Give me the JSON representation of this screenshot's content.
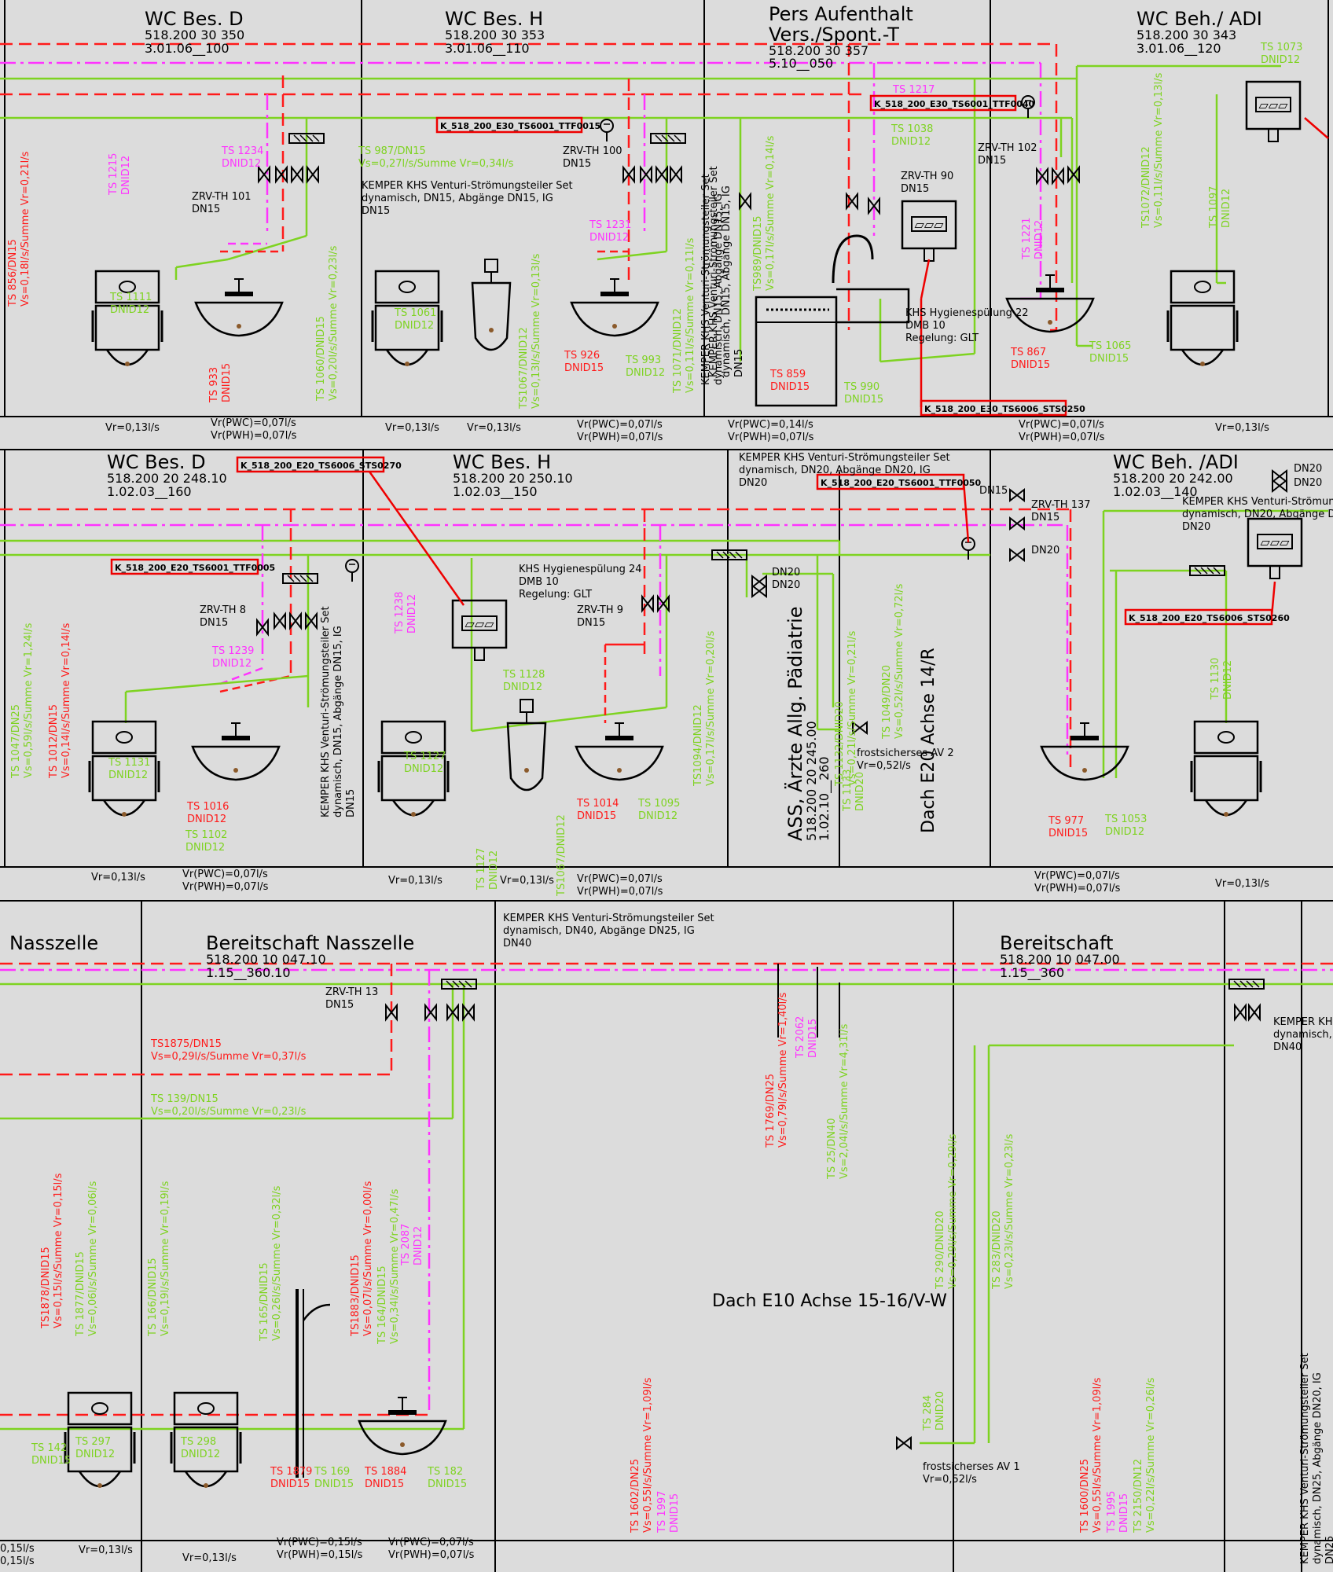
{
  "colors": {
    "background": "#dcdcdc",
    "green": "#7ed321",
    "red": "#ff1a1a",
    "magenta": "#ff33ff",
    "black": "#000000"
  },
  "rooms": {
    "r1": {
      "title": "WC Bes. D",
      "code": "518.200  30 350",
      "sub": "3.01.06__100"
    },
    "r2": {
      "title": "WC Bes. H",
      "code": "518.200  30 353",
      "sub": "3.01.06__110"
    },
    "r3": {
      "title": "Pers Aufenthalt",
      "title2": "Vers./Spont.-T",
      "code": "518.200  30 357",
      "sub": "5.10__050"
    },
    "r4": {
      "title": "WC Beh./ ADI",
      "code": "518.200  30 343",
      "sub": "3.01.06__120"
    },
    "r5": {
      "title": "WC Bes. D",
      "code": "518.200  20 248.10",
      "sub": "1.02.03__160"
    },
    "r6": {
      "title": "WC Bes. H",
      "code": "518.200  20  250.10",
      "sub": "1.02.03__150"
    },
    "r7": {
      "title": "WC Beh. /ADI",
      "code": "518.200  20 242.00",
      "sub": "1.02.03__140"
    },
    "r8": {
      "title": "Nasszelle"
    },
    "r9": {
      "title": "Bereitschaft Nasszelle",
      "code": "518.200  10 047.10",
      "sub": "1.15__360.10"
    },
    "r10": {
      "title": "Bereitschaft",
      "code": "518.200  10 047.00",
      "sub": "1.15__360"
    }
  },
  "tags": {
    "t1": "K_518_200_E30_TS6001_TTF0015",
    "t2": "K_518_200_E30_TS6001_TTF0040",
    "t3": "K_518_200_E30_TS6006_STS0250",
    "t4": "K_518_200_E20_TS6006_STS0270",
    "t5": "K_518_200_E20_TS6001_TTF0005",
    "t6": "K_518_200_E20_TS6001_TTF0050",
    "t7": "K_518_200_E20_TS6006_STS0260"
  },
  "notes": {
    "kemper_dn15": "KEMPER KHS Venturi-Strömungsteiler Set",
    "kemper_dn15_2": "dynamisch, DN15, Abgänge DN15, IG",
    "dn15": "DN15",
    "zrv100": "ZRV-TH 100",
    "zrv101": "ZRV-TH 101",
    "zrv102": "ZRV-TH 102",
    "zrv90": "ZRV-TH 90",
    "khs22a": "KHS Hygienespülung 22",
    "khs22b": "DMB 10",
    "khs22c": "Regelung: GLT",
    "khs24a": "KHS Hygienespülung 24",
    "khs24b": "DMB 10",
    "khs24c": "Regelung: GLT",
    "kemper_dn20a": "KEMPER KHS Venturi-Strömungsteiler Set",
    "kemper_dn20b": "dynamisch, DN20, Abgänge DN20, IG",
    "kemper_dn20c": "DN20",
    "kemper_dn40a": "KEMPER KHS Venturi-Strömungsteiler Set",
    "kemper_dn40b": "dynamisch, DN40, Abgänge DN25, IG",
    "kemper_dn40c": "DN40",
    "zrv8": "ZRV-TH 8",
    "zrv9": "ZRV-TH 9",
    "zrv137": "ZRV-TH 137",
    "zrv13": "ZRV-TH 13",
    "dn20": "DN20",
    "frost2a": "frostsicherses AV 2",
    "frost2b": "Vr=0,52l/s",
    "frost1a": "frostsicherses AV 1",
    "frost1b": "Vr=0,52l/s",
    "ts1875a": "TS1875/DN15",
    "ts1875b": "Vs=0,29l/s/Summe Vr=0,37l/s",
    "ts139a": "TS 139/DN15",
    "ts139b": "Vs=0,20l/s/Summe Vr=0,23l/s",
    "dach_e10": "Dach E10 Achse 15-16/V-W",
    "kemper_dn25a": "KEMPER KHS",
    "kemper_dn25b": "dynamisch, D",
    "kemper_dn25c": "DN40"
  },
  "labels": {
    "ts856a": "TS 856/DN15",
    "ts856b": "Vs=0,18l/s/Summe Vr=0,21l/s",
    "ts1215": "TS 1215",
    "ts1215b": "DNID12",
    "ts1234": "TS 1234",
    "ts1234b": "DNID12",
    "ts987a": "TS 987/DN15",
    "ts987b": "Vs=0,27l/s/Summe Vr=0,34l/s",
    "ts1111": "TS 1111",
    "ts1111b": "DNID12",
    "ts933": "TS 933",
    "ts933b": "DNID15",
    "ts1060a": "TS 1060/DNID15",
    "ts1060b": "Vs=0,20l/s/Summe Vr=0,23l/s",
    "ts1061": "TS 1061",
    "ts1061b": "DNID12",
    "ts1231": "TS 1231",
    "ts1231b": "DNID12",
    "ts926": "TS 926",
    "ts926b": "DNID15",
    "ts993": "TS 993",
    "ts993b": "DNID12",
    "ts1067a": "TS1067/DNID12",
    "ts1067b": "Vs=0,13l/s/Summe Vr=0,13l/s",
    "ts1071a": "TS 1071/DNID12",
    "ts1071b": "Vs=0,11l/s/Summe Vr=0,11l/s",
    "ts989a": "TS989/DNID15",
    "ts989b": "Vs=0,17l/s/Summe Vr=0,14l/s",
    "ts859": "TS 859",
    "ts859b": "DNID15",
    "ts990": "TS 990",
    "ts990b": "DNID15",
    "ts1217": "TS 1217",
    "ts1038": "TS 1038",
    "ts1038b": "DNID12",
    "ts1221": "TS 1221",
    "ts1221b": "DNID12",
    "ts867": "TS 867",
    "ts867b": "DNID15",
    "ts1065": "TS 1065",
    "ts1065b": "DNID15",
    "ts1073": "TS 1073",
    "ts1073b": "DNID12",
    "ts1072a": "TS1072/DNID12",
    "ts1072b": "Vs=0,11l/s/Summe Vr=0,13l/s",
    "ts1097": "TS 1097",
    "ts1097b": "DNID12",
    "ts1047a": "TS 1047/DN25",
    "ts1047b": "Vs=0,59l/s/Summe Vr=1,24l/s",
    "ts1012a": "TS 1012/DN15",
    "ts1012b": "Vs=0,14l/s/Summe Vr=0,14l/s",
    "ts1131": "TS 1131",
    "ts1131b": "DNID12",
    "ts1239": "TS 1239",
    "ts1239b": "DNID12",
    "ts1016": "TS 1016",
    "ts1016b": "DNID12",
    "ts1102": "TS 1102",
    "ts1102b": "DNID12",
    "ts1238": "TS 1238",
    "ts1238b": "DNID12",
    "ts1128": "TS 1128",
    "ts1128b": "DNID12",
    "ts1127": "TS 1127",
    "ts1127b": "DNID12",
    "ts1014": "TS 1014",
    "ts1014b": "DNID15",
    "ts1095": "TS 1095",
    "ts1095b": "DNID12",
    "ts1094a": "TS1094/DNID12",
    "ts1094b": "Vs=0,17l/s/Summe Vr=0,20l/s",
    "ts1132a": "TS 1132/DNID20",
    "ts1132b": "Vs=0,21l/s/Summe Vr=0,21l/s",
    "ts1049a": "TS 1049/DN20",
    "ts1049b": "Vs=0,52l/s/Summe Vr=0,72l/s",
    "ts1133": "TS 1133",
    "ts1133b": "DNID20",
    "ts977": "TS 977",
    "ts977b": "DNID15",
    "ts1053": "TS 1053",
    "ts1053b": "DNID12",
    "ts1130": "TS 1130",
    "ts1130b": "DNID12",
    "ts1878a": "TS1878/DNID15",
    "ts1878b": "Vs=0,15l/s/Summe Vr=0,15l/s",
    "ts1877a": "TS 1877/DNID15",
    "ts1877b": "Vs=0,06l/s/Summe Vr=0,06l/s",
    "ts166a": "TS 166/DNID15",
    "ts166b": "Vs=0,19l/s/Summe Vr=0,19l/s",
    "ts165a": "TS 165/DNID15",
    "ts165b": "Vs=0,26l/s/Summe Vr=0,32l/s",
    "ts1883a": "TS1883/DNID15",
    "ts1883b": "Vs=0,07l/s/Summe Vr=0,00l/s",
    "ts164a": "TS 164/DNID15",
    "ts164b": "Vs=0,34l/s/Summe Vr=0,47l/s",
    "ts2087": "TS 2087",
    "ts2087b": "DNID12",
    "ts142": "TS 142",
    "ts142b": "DNID15",
    "ts297": "TS 297",
    "ts297b": "DNID12",
    "ts298": "TS 298",
    "ts298b": "DNID12",
    "ts1879": "TS 1879",
    "ts1879b": "DNID15",
    "ts169": "TS 169",
    "ts169b": "DNID15",
    "ts1884": "TS 1884",
    "ts1884b": "DNID15",
    "ts182": "TS 182",
    "ts182b": "DNID15",
    "ts1769a": "TS 1769/DN25",
    "ts1769b": "Vs=0,79l/s/Summe Vr=1,40l/s",
    "ts2062": "TS 2062",
    "ts2062b": "DNID15",
    "ts25a": "TS 25/DN40",
    "ts25b": "Vs=2,04l/s/Summe Vr=4,31l/s",
    "ts290a": "TS 290/DNID20",
    "ts290b": "Vs=0,29l/s/Summe Vr=0,29l/s",
    "ts283a": "TS 283/DNID20",
    "ts283b": "Vs=0,23l/s/Summe Vr=0,23l/s",
    "ts284": "TS 284",
    "ts284b": "DNID20",
    "ts1602a": "TS 1602/DN25",
    "ts1602b": "Vs=0,55l/s/Summe Vr=1,09l/s",
    "ts1997": "TS 1997",
    "ts1997b": "DNID15",
    "ts1600a": "TS 1600/DN25",
    "ts1600b": "Vs=0,55l/s/Summe Vr=1,09l/s",
    "ts1995": "TS 1995",
    "ts1995b": "DNID15",
    "ts2150a": "TS 2150/DN12",
    "ts2150b": "Vs=0,22l/s/Summe Vr=0,26l/s",
    "kemper_v1": "KEMPER KHS Venturi-Strömungsteiler Set",
    "kemper_v2": "dynamisch, DN15, Abgänge DN15, IG",
    "kemper_v3": "KEMPER KHS Venturi-Strömungsteiler Set",
    "kemper_v4": "dynamisch, DN15, Abgänge DN15, IG",
    "kemper_v5": "DN15",
    "kemper_v6": "KEMPER KHS Venturi-Strömungsteiler Set",
    "kemper_v7": "dynamisch, DN15, Abgänge DN15, IG",
    "kemper_v8": "DN15",
    "kemper_v9": "KEMPER KHS Venturi-Strömungsteiler Set",
    "kemper_v10": "dynamisch, DN25, Abgänge DN20, IG",
    "kemper_v11": "DN25",
    "ass1": "ASS, Ärzte Allg. Pädiatrie",
    "ass2": "518.200  20  245.00",
    "ass3": "1.02.10__260",
    "dach_e20": "Dach E20  Achse 14/R"
  },
  "flows": {
    "vr013": "Vr=0,13l/s",
    "pwc007": "Vr(PWC)=0,07l/s",
    "pwh007": "Vr(PWH)=0,07l/s",
    "pwc014": "Vr(PWC)=0,14l/s",
    "pwc015": "Vr(PWC)=0,15l/s",
    "pwh015": "Vr(PWH)=0,15l/s",
    "vs015": "0,15l/s"
  }
}
